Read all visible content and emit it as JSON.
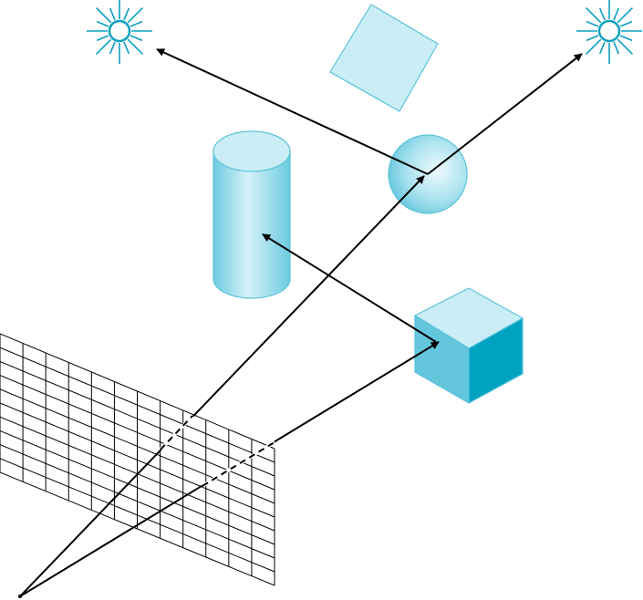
{
  "diagram": {
    "subject": "ray-tracing-scene",
    "objects": [
      "light-left",
      "light-right",
      "floating-square",
      "cylinder",
      "sphere",
      "cube",
      "image-plane-grid",
      "eye-point"
    ],
    "rays": [
      "primary-ray-to-sphere",
      "primary-ray-to-cube",
      "shadow-ray-to-light-left",
      "reflected-ray-to-light-right",
      "secondary-ray-cube-to-cylinder"
    ],
    "grid": {
      "rows": 10,
      "columns": 12
    },
    "colors": {
      "light": "#0aa0c0",
      "object_light": "#cbeef6",
      "object_mid": "#64c6dc",
      "object_dark": "#00a2c2",
      "ray": "#000000"
    }
  }
}
